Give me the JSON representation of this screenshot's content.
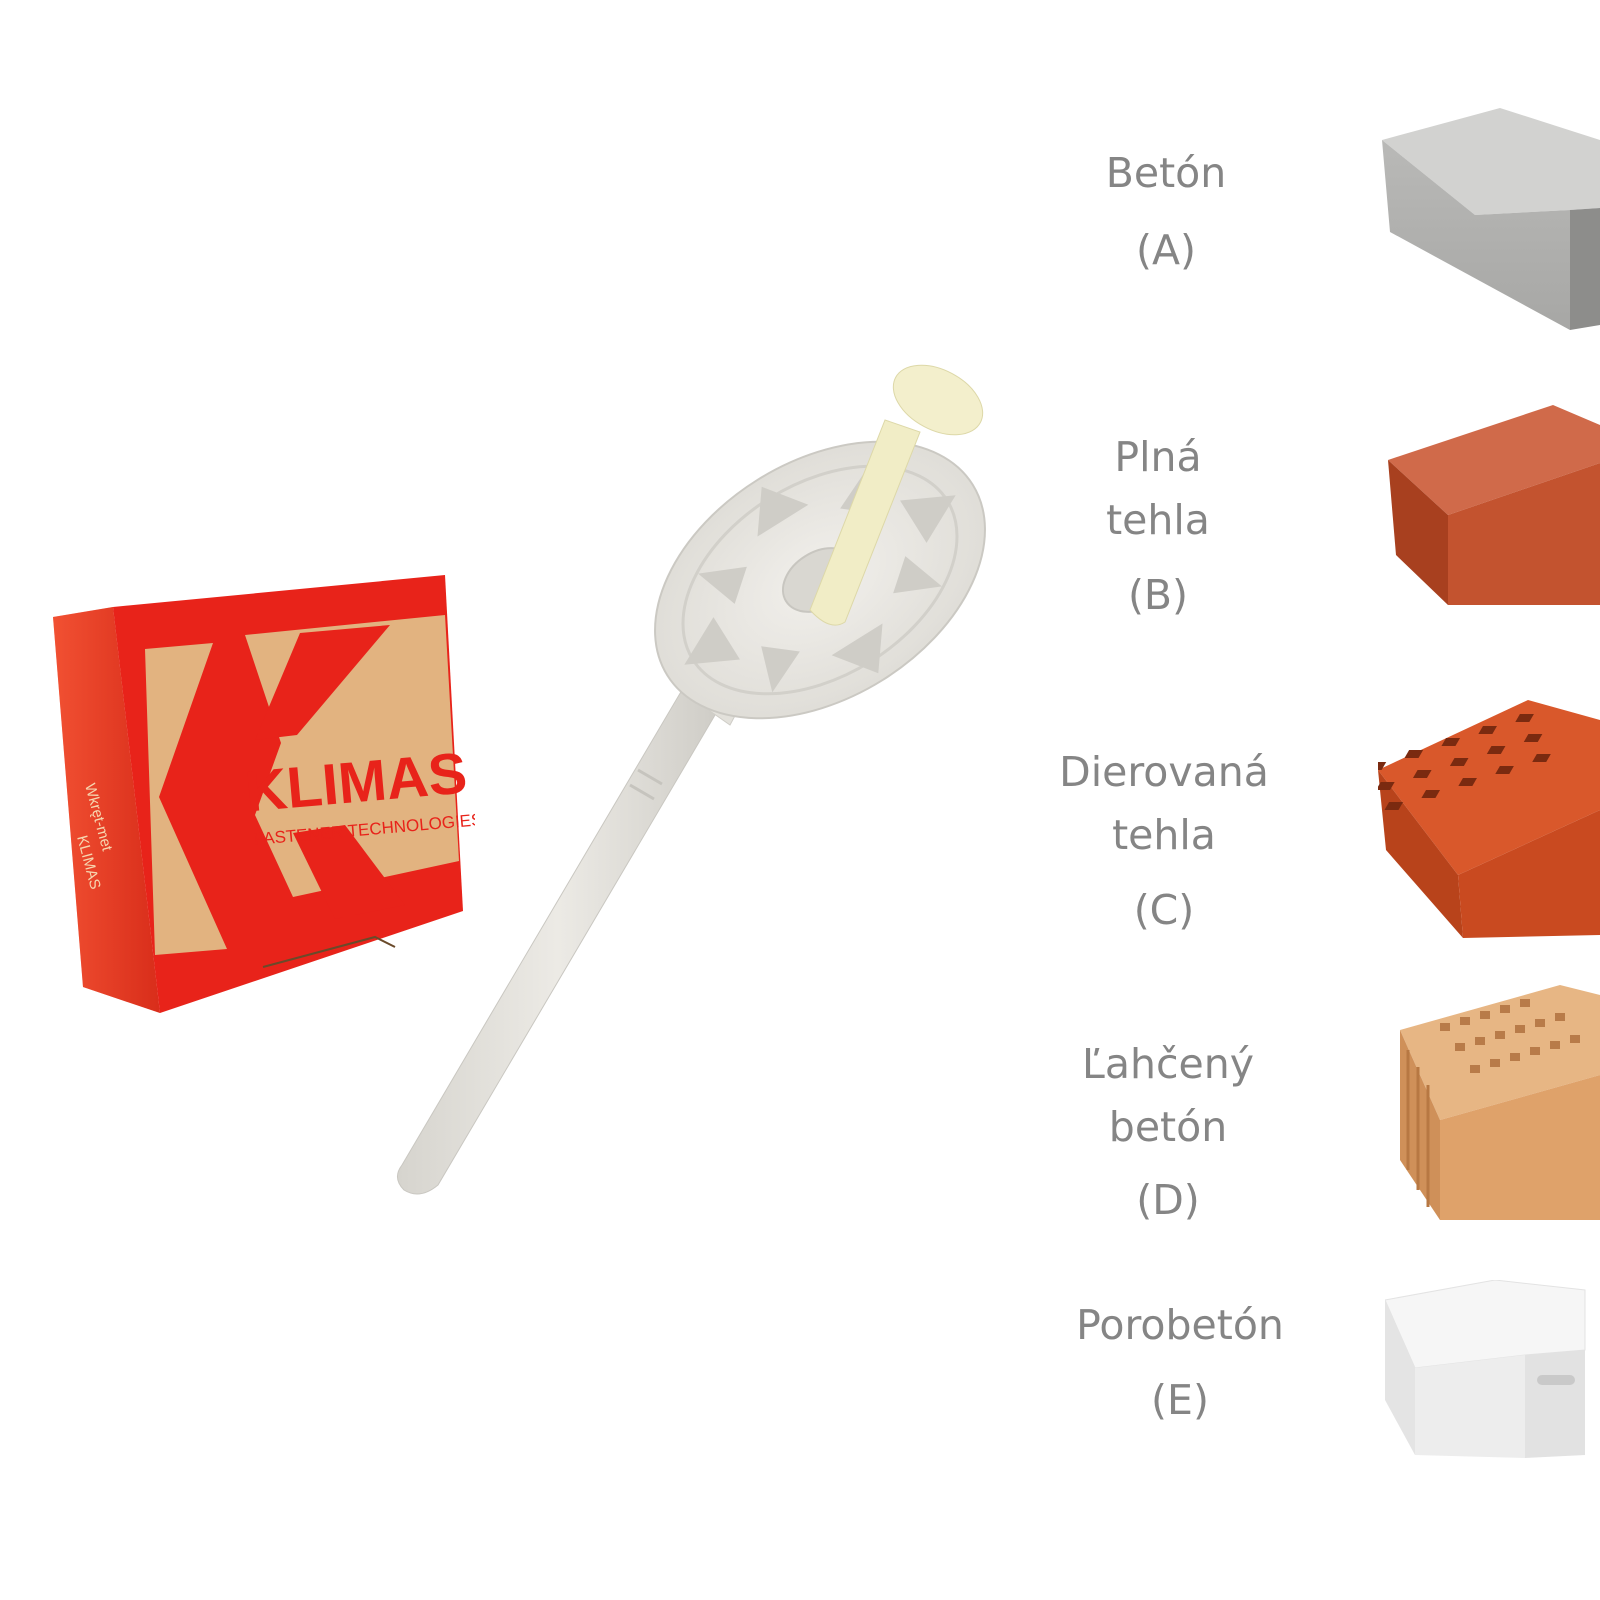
{
  "product_box": {
    "brand": "KLIMAS",
    "tagline": "FASTENER TECHNOLOGIES",
    "side_brand": "Wkręt-met",
    "side_brand_sub": "KLIMAS"
  },
  "materials": [
    {
      "lines": [
        "Betón"
      ],
      "code": "(A)"
    },
    {
      "lines": [
        "Plná",
        "tehla"
      ],
      "code": "(B)"
    },
    {
      "lines": [
        "Dierovaná",
        "tehla"
      ],
      "code": "(C)"
    },
    {
      "lines": [
        "Ľahčený",
        "betón"
      ],
      "code": "(D)"
    },
    {
      "lines": [
        "Porobetón"
      ],
      "code": "(E)"
    }
  ],
  "colors": {
    "label_text": "#858585",
    "box_red": "#e8231a",
    "box_kraft": "#e2b380",
    "anchor_white": "#e9e7e1",
    "pin_cream": "#f3efcc"
  }
}
